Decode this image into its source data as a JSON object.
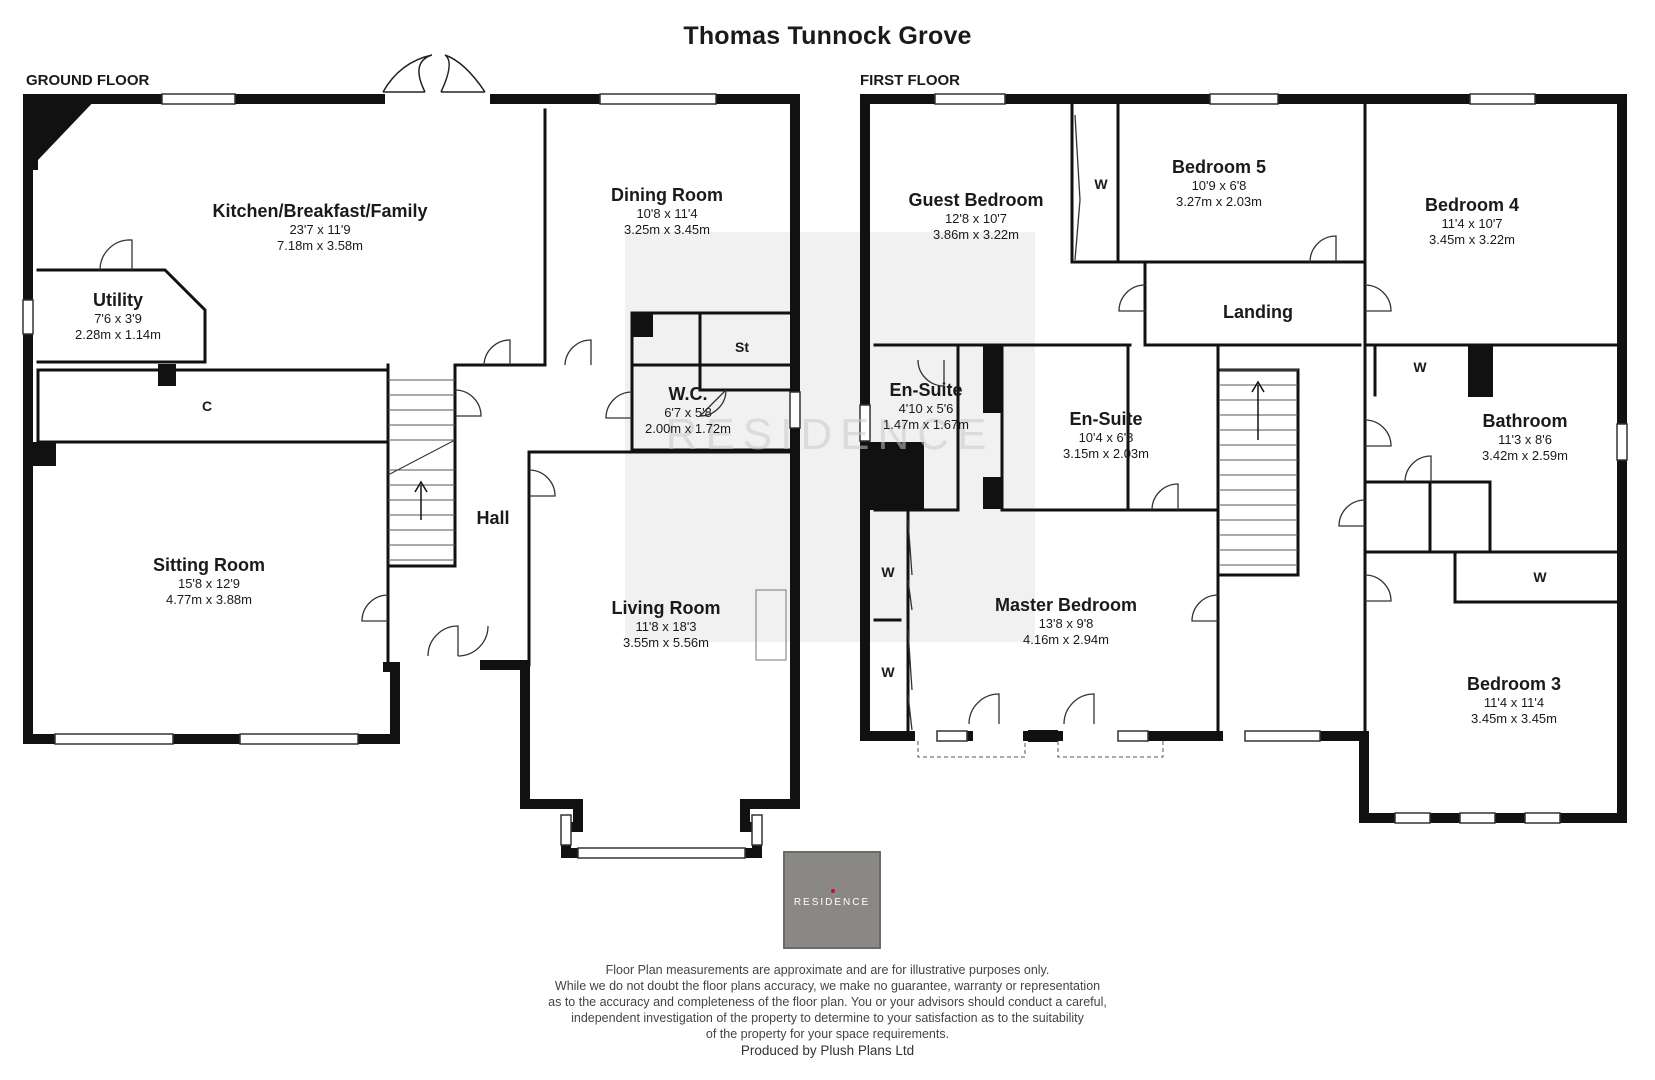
{
  "title": "Thomas Tunnock Grove",
  "floors": {
    "ground": {
      "label": "GROUND FLOOR",
      "rooms": [
        {
          "name": "Kitchen/Breakfast/Family",
          "imperial": "23'7 x 11'9",
          "metric": "7.18m x 3.58m"
        },
        {
          "name": "Dining Room",
          "imperial": "10'8 x 11'4",
          "metric": "3.25m x 3.45m"
        },
        {
          "name": "Utility",
          "imperial": "7'6 x 3'9",
          "metric": "2.28m x 1.14m"
        },
        {
          "name": "W.C.",
          "imperial": "6'7 x 5'8",
          "metric": "2.00m x 1.72m"
        },
        {
          "name": "Sitting Room",
          "imperial": "15'8 x 12'9",
          "metric": "4.77m x 3.88m"
        },
        {
          "name": "Living Room",
          "imperial": "11'8 x 18'3",
          "metric": "3.55m x 5.56m"
        },
        {
          "name": "Hall"
        }
      ],
      "marks": {
        "cupboard": "C",
        "store": "St"
      }
    },
    "first": {
      "label": "FIRST FLOOR",
      "rooms": [
        {
          "name": "Guest Bedroom",
          "imperial": "12'8 x 10'7",
          "metric": "3.86m x  3.22m"
        },
        {
          "name": "Bedroom 5",
          "imperial": "10'9 x 6'8",
          "metric": "3.27m x 2.03m"
        },
        {
          "name": "Bedroom 4",
          "imperial": "11'4 x 10'7",
          "metric": "3.45m x 3.22m"
        },
        {
          "name": "En-Suite",
          "imperial": "4'10 x 5'6",
          "metric": "1.47m x 1.67m"
        },
        {
          "name": "En-Suite",
          "imperial": "10'4 x 6'8",
          "metric": "3.15m x 2.03m"
        },
        {
          "name": "Bathroom",
          "imperial": "11'3 x 8'6",
          "metric": "3.42m x 2.59m"
        },
        {
          "name": "Master Bedroom",
          "imperial": "13'8 x 9'8",
          "metric": "4.16m x 2.94m"
        },
        {
          "name": "Bedroom 3",
          "imperial": "11'4 x 11'4",
          "metric": "3.45m x 3.45m"
        },
        {
          "name": "Landing"
        }
      ],
      "wardrobe": "W"
    }
  },
  "brand": {
    "logo_text": "RESIDENCE",
    "watermark": "RESIDENCE"
  },
  "disclaimer": [
    "Floor Plan measurements are approximate and are for illustrative purposes only.",
    "While we do not doubt the floor plans accuracy, we make no guarantee, warranty or representation",
    "as to the accuracy and completeness of the floor plan. You or your advisors should conduct a careful,",
    "independent investigation of the property to determine to your satisfaction as to the suitability",
    "of the property for your space requirements."
  ],
  "producer": "Produced by Plush Plans Ltd",
  "colors": {
    "wall": "#111111",
    "line": "#222222",
    "watermark": "#cfcfcf",
    "logo": "#8a8884"
  }
}
